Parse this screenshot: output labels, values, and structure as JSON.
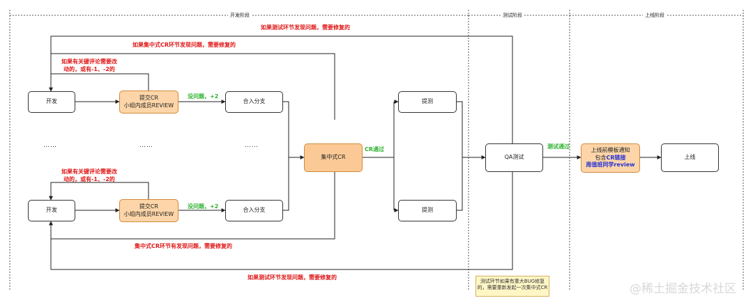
{
  "phases": {
    "dev": "开发阶段",
    "test": "测试阶段",
    "release": "上线阶段"
  },
  "nodes": {
    "dev_top": "开发",
    "submit_cr_top": [
      "提交CR",
      "小组内成员REVIEW"
    ],
    "merge_top": "合入分支",
    "dev_bottom": "开发",
    "submit_cr_bottom": [
      "提交CR",
      "小组内成员REVIEW"
    ],
    "merge_bottom": "合入分支",
    "central_cr": "集中式CR",
    "submit_test_top": "提测",
    "submit_test_bottom": "提测",
    "qa_test": "QA测试",
    "prerelease_line1": "上线前模板通知",
    "prerelease_line2_prefix": "包含",
    "prerelease_line2_link": "CR链接",
    "prerelease_line3": "周值班同学review",
    "release": "上线"
  },
  "labels": {
    "test_issue_top": "如果测试环节发现问题，需要修复的",
    "central_issue_top": "如果集中式CR环节发现问题，需要修复的",
    "key_comment_top": [
      "如果有关键评论需要改",
      "动的，或有-1、-2的"
    ],
    "no_issue_top": "没问题，+2",
    "key_comment_bottom": [
      "如果有关键评论需要改",
      "动的，或有-1、-2的"
    ],
    "no_issue_bottom": "没问题，+2",
    "cr_pass": "CR通过",
    "test_pass": "测试通过",
    "central_issue_bottom": "集中式CR环节有发现问题，需要修复的",
    "test_issue_bottom": "如果测试环节发现问题，需要修复的"
  },
  "ellipses": [
    "……",
    "……",
    "……"
  ],
  "note": [
    "测试环节如果有重大BUG修复",
    "的，需要重新发起一次集中式CR"
  ],
  "watermark": "@稀土掘金技术社区",
  "colors": {
    "red_text": "#e01818",
    "green_text": "#2fb22f",
    "blue_text": "#2431d6",
    "orange_fill": "#fdd5a8"
  }
}
